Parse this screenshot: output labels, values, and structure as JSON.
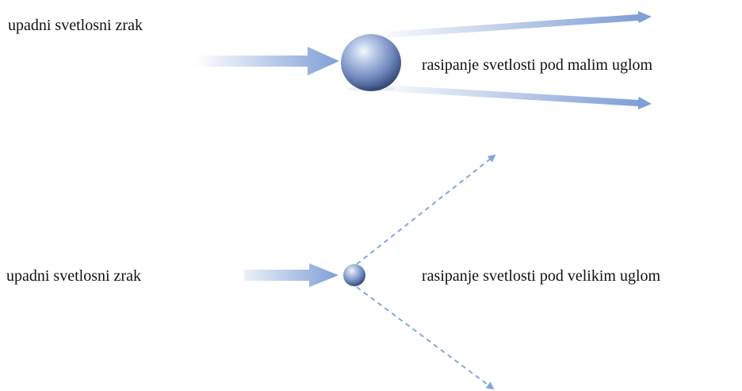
{
  "top_panel": {
    "incident_label": "upadni svetlosni zrak",
    "scatter_label": "rasipanje svetlosti pod malim uglom"
  },
  "bottom_panel": {
    "incident_label": "upadni svetlosni zrak",
    "scatter_label": "rasipanje svetlosti pod velikim uglom"
  },
  "colors": {
    "arrow": "#7f9fd6",
    "sphere_light": "#dde6f6",
    "sphere_mid": "#7d95c6",
    "sphere_dark": "#2c3f6e",
    "dashed_line": "#86a6db"
  }
}
